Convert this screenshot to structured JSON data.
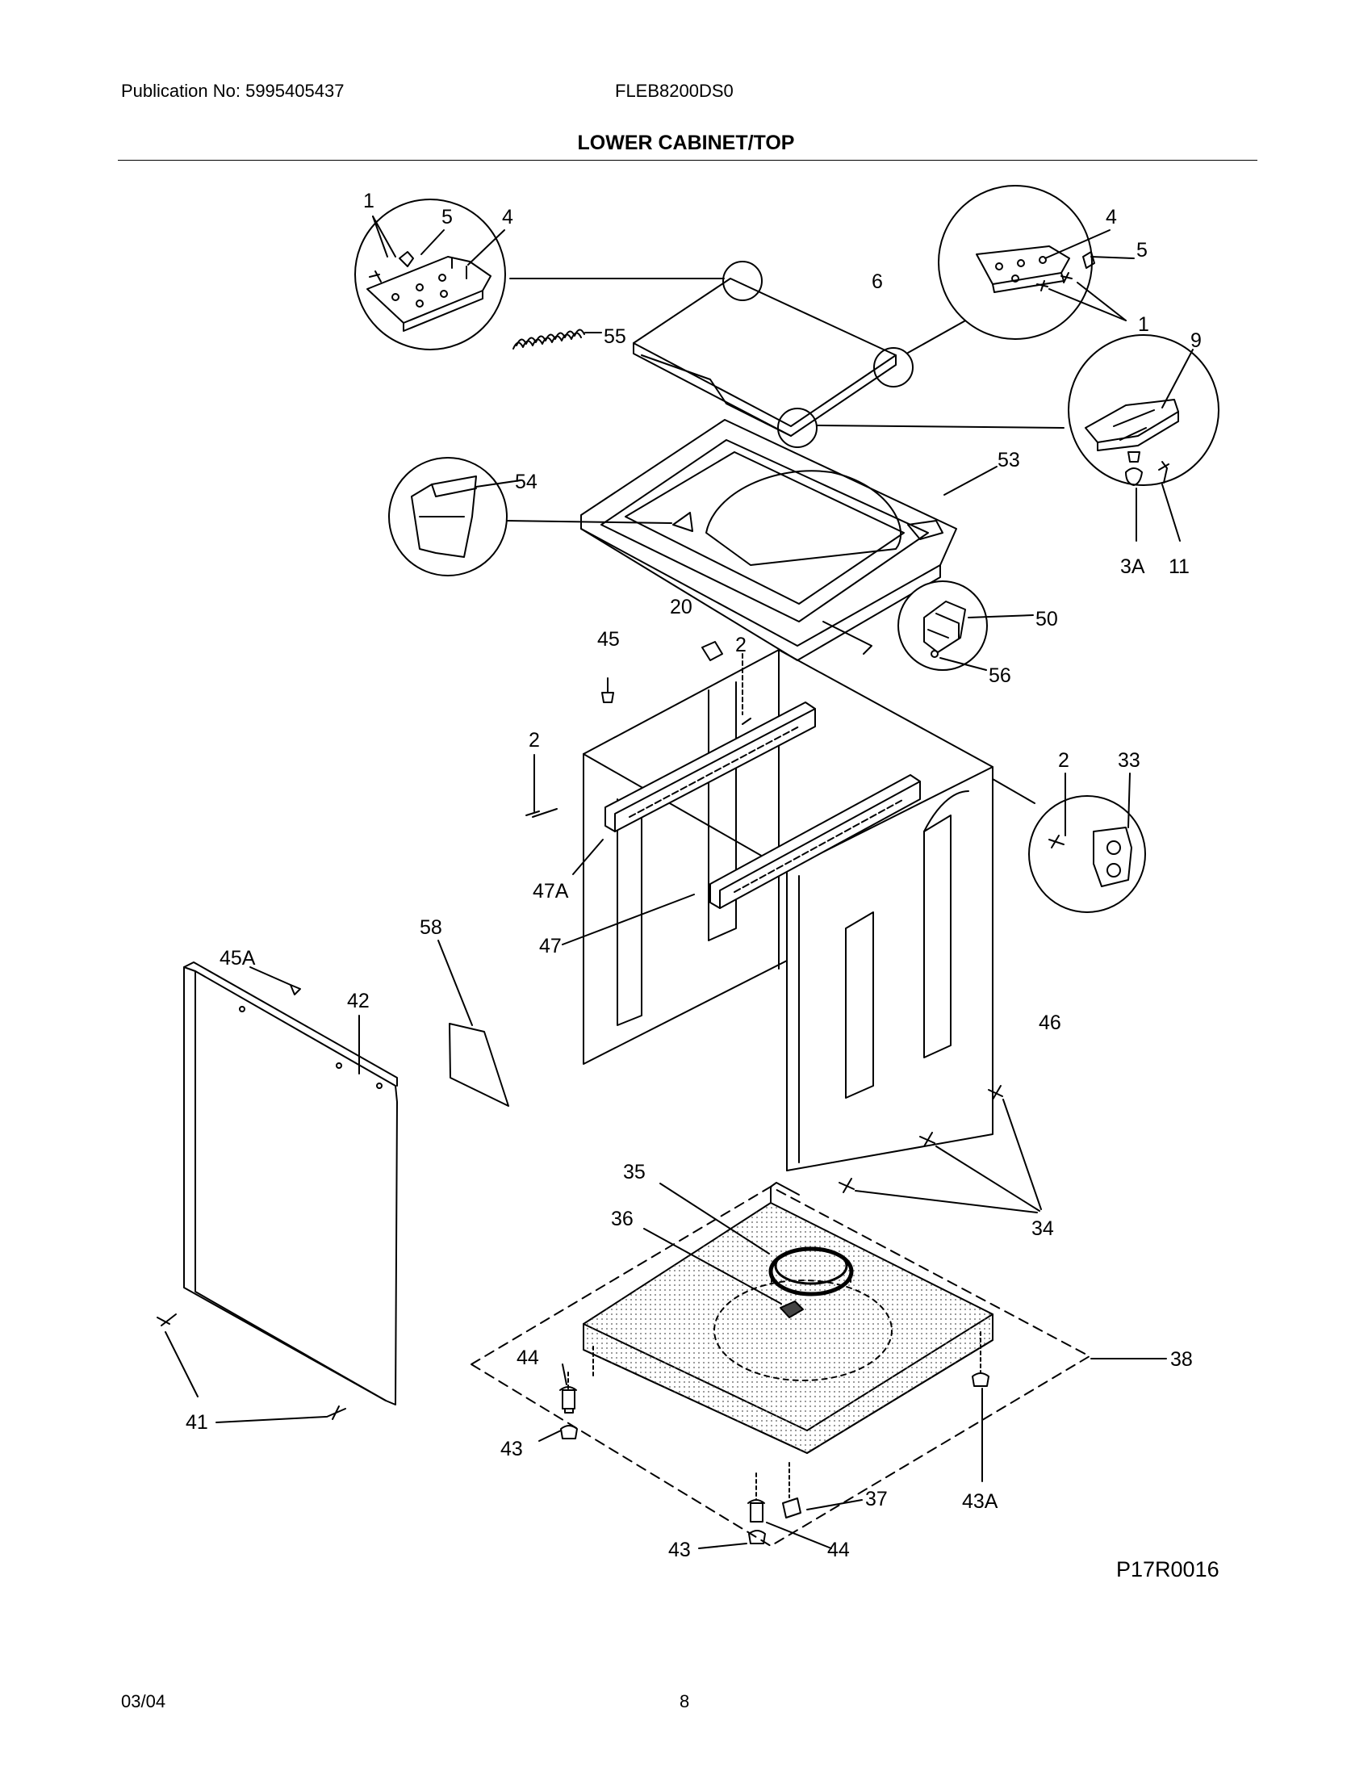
{
  "header": {
    "publication": "Publication No: 5995405437",
    "model": "FLEB8200DS0",
    "title": "LOWER CABINET/TOP"
  },
  "diagram": {
    "code": "P17R0016",
    "labels": {
      "l1a": "1",
      "l5a": "5",
      "l4a": "4",
      "l4b": "4",
      "l5b": "5",
      "l1b": "1",
      "l6": "6",
      "l55": "55",
      "l9": "9",
      "l53": "53",
      "l54": "54",
      "l3a": "3A",
      "l11": "11",
      "l50": "50",
      "l56": "56",
      "l20": "20",
      "l45": "45",
      "l2a": "2",
      "l2b": "2",
      "l2c": "2",
      "l33": "33",
      "l47a": "47A",
      "l47": "47",
      "l58": "58",
      "l45a": "45A",
      "l42": "42",
      "l46": "46",
      "l34": "34",
      "l35": "35",
      "l36": "36",
      "l38": "38",
      "l44a": "44",
      "l41": "41",
      "l43a": "43",
      "l37": "37",
      "l43b": "43",
      "l44b": "44",
      "l43aa": "43A"
    }
  },
  "footer": {
    "date": "03/04",
    "page": "8"
  }
}
